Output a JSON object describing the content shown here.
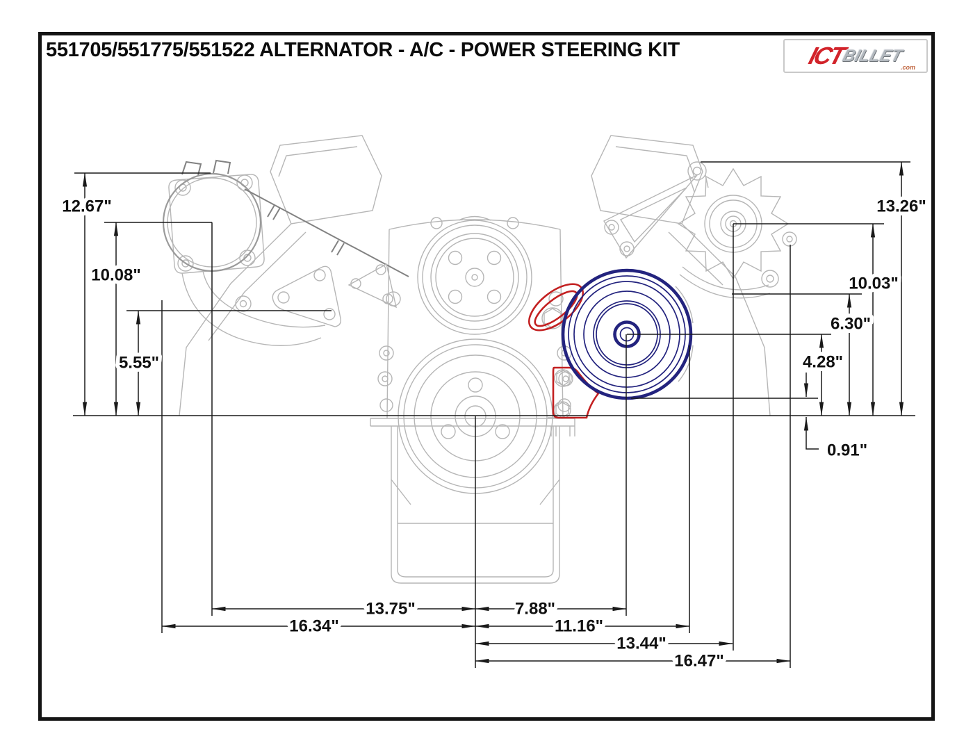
{
  "title": "551705/551775/551522 ALTERNATOR - A/C - POWER STEERING KIT",
  "logo": {
    "ict": "ICT",
    "billet": "BILLET",
    "tld": ".com"
  },
  "dimensions": {
    "vertical_left": [
      "12.67\"",
      "10.08\"",
      "5.55\""
    ],
    "vertical_right": [
      "13.26\"",
      "10.03\"",
      "6.30\"",
      "4.28\"",
      "0.91\""
    ],
    "horizontal_bottom": [
      "13.75\"",
      "16.34\"",
      "7.88\"",
      "11.16\"",
      "13.44\"",
      "16.47\""
    ]
  },
  "colors": {
    "ac_pulley_highlight": "#23237e",
    "install_bracket_highlight": "#c32021",
    "drawing_lines": "#b6b6b6",
    "dimension_lines": "#1a1a1a",
    "logo_red": "#d2232a"
  }
}
